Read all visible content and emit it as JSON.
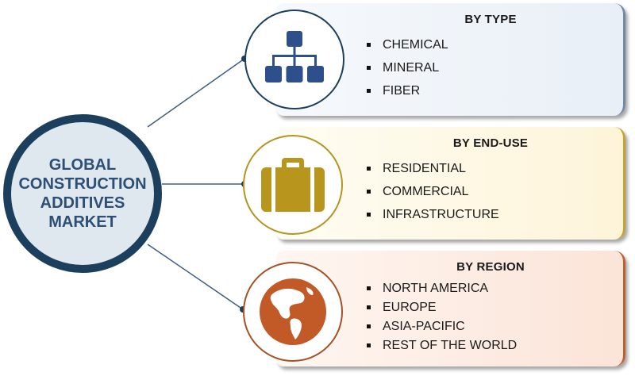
{
  "hub": {
    "title": "GLOBAL\nCONSTRUCTION\nADDITIVES\nMARKET"
  },
  "segments": [
    {
      "title": "BY TYPE",
      "icon": "hierarchy-icon",
      "color": "#2d4f8c",
      "items": [
        "CHEMICAL",
        "MINERAL",
        "FIBER"
      ]
    },
    {
      "title": "BY END-USE",
      "icon": "briefcase-icon",
      "color": "#b8961e",
      "items": [
        "RESIDENTIAL",
        "COMMERCIAL",
        "INFRASTRUCTURE"
      ]
    },
    {
      "title": "BY REGION",
      "icon": "globe-icon",
      "color": "#c25a27",
      "items": [
        "NORTH AMERICA",
        "EUROPE",
        "ASIA-PACIFIC",
        "REST OF THE WORLD"
      ]
    }
  ],
  "colors": {
    "hub_border": "#1c3f5e",
    "hub_text": "#2d4f74",
    "connector": "#3f5f7f"
  }
}
